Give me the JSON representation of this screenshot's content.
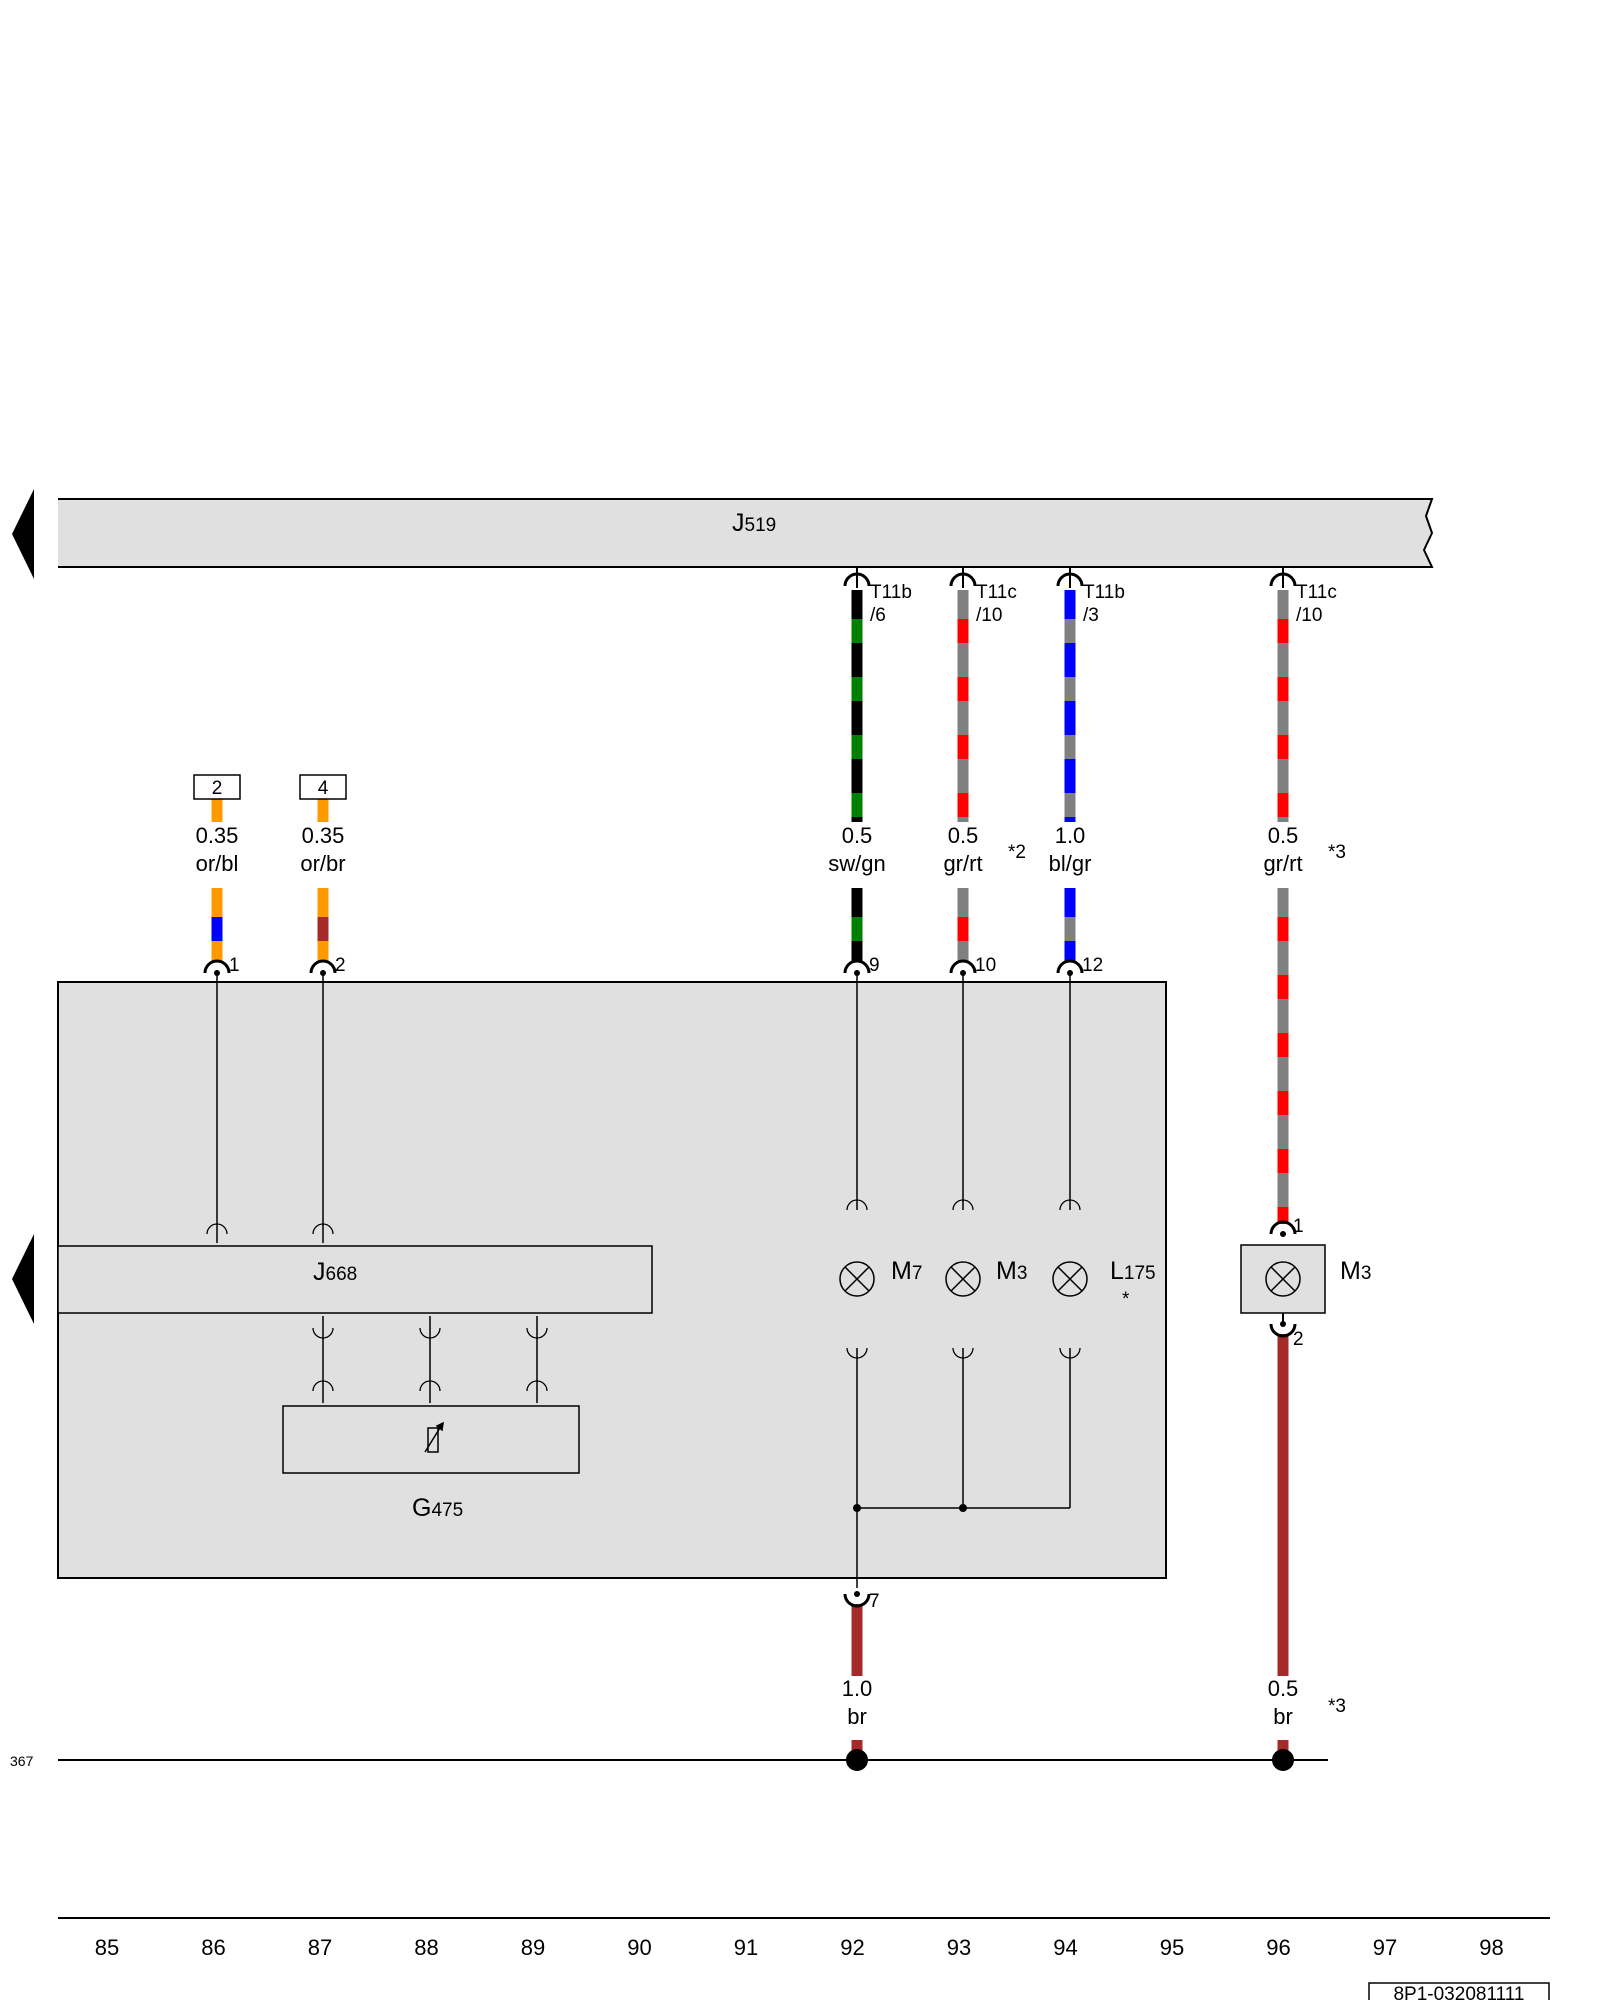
{
  "control_units": {
    "j519": {
      "letter": "J",
      "number": "519"
    },
    "j668": {
      "letter": "J",
      "number": "668"
    },
    "g475": {
      "letter": "G",
      "number": "475"
    }
  },
  "connectors": {
    "t11b_6": {
      "name": "T11b",
      "pin": "/6"
    },
    "t11c_10_a": {
      "name": "T11c",
      "pin": "/10"
    },
    "t11b_3": {
      "name": "T11b",
      "pin": "/3"
    },
    "t11c_10_b": {
      "name": "T11c",
      "pin": "/10"
    }
  },
  "boxes": {
    "box_2": "2",
    "box_4": "4"
  },
  "wires": {
    "w86": {
      "size": "0.35",
      "color": "or/bl",
      "pin": "1",
      "colors": [
        "#ff9900",
        "#0000ff"
      ]
    },
    "w87": {
      "size": "0.35",
      "color": "or/br",
      "pin": "2",
      "colors": [
        "#ff9900",
        "#a52a2a"
      ]
    },
    "w92": {
      "size": "0.5",
      "color": "sw/gn",
      "pin": "9",
      "colors": [
        "#000000",
        "#008000"
      ]
    },
    "w93": {
      "size": "0.5",
      "color": "gr/rt",
      "pin": "10",
      "note": "*2",
      "colors": [
        "#808080",
        "#ff0000"
      ]
    },
    "w94": {
      "size": "1.0",
      "color": "bl/gr",
      "pin": "12",
      "colors": [
        "#0000ff",
        "#808080"
      ]
    },
    "w96": {
      "size": "0.5",
      "color": "gr/rt",
      "note": "*3",
      "colors": [
        "#808080",
        "#ff0000"
      ]
    },
    "g92": {
      "size": "1.0",
      "color": "br",
      "pin": "7",
      "colors": [
        "#a52a2a"
      ]
    },
    "g96": {
      "size": "0.5",
      "color": "br",
      "note": "*3",
      "colors": [
        "#a52a2a"
      ]
    }
  },
  "lamps": {
    "m7": {
      "letter": "M",
      "number": "7"
    },
    "m3a": {
      "letter": "M",
      "number": "3"
    },
    "l175": {
      "letter": "L",
      "number": "175",
      "note": "*"
    },
    "m3b": {
      "letter": "M",
      "number": "3",
      "pin_top": "1",
      "pin_bottom": "2"
    }
  },
  "ground_ref": "367",
  "tracks": [
    "85",
    "86",
    "87",
    "88",
    "89",
    "90",
    "91",
    "92",
    "93",
    "94",
    "95",
    "96",
    "97",
    "98"
  ],
  "doc_code": "8P1-032081111"
}
